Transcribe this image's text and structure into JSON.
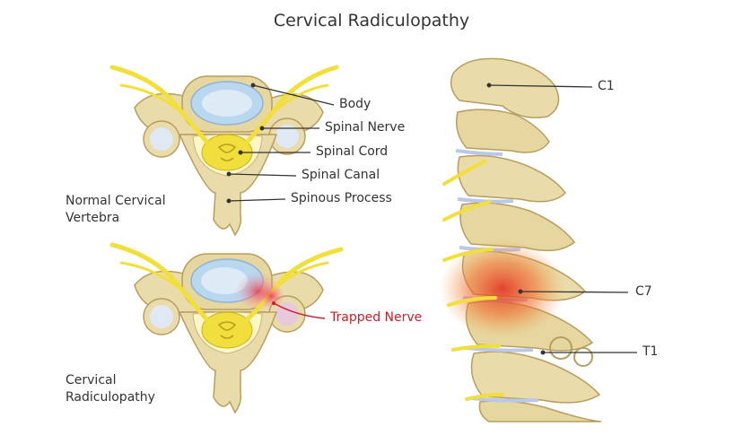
{
  "title": "Cervical Radiculopathy",
  "captions": {
    "normal": [
      "Normal Cervical",
      "Vertebra"
    ],
    "radiculopathy": [
      "Cervical",
      "Radiculopathy"
    ]
  },
  "labels": {
    "body": "Body",
    "spinal_nerve": "Spinal Nerve",
    "spinal_cord": "Spinal Cord",
    "spinal_canal": "Spinal Canal",
    "spinous_process": "Spinous Process",
    "trapped_nerve": "Trapped Nerve",
    "c1": "C1",
    "c7": "C7",
    "t1": "T1"
  },
  "colors": {
    "bone": "#e9dcaa",
    "bone_shadow": "#c9b47a",
    "nerve": "#f2df3a",
    "cord": "#f0df3c",
    "disc": "#b9d7ee",
    "inflammation": "#e23a2a",
    "leader": "#333333",
    "trapped_label": "#c8202a"
  },
  "icons": [
    "normal-vertebra-illustration",
    "herniated-vertebra-illustration",
    "cervical-spine-illustration"
  ]
}
